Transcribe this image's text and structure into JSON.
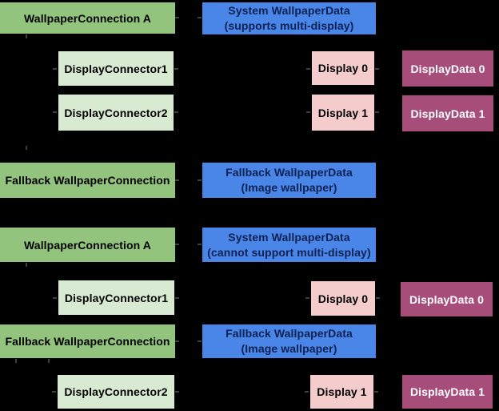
{
  "colors": {
    "background": "#000000",
    "green": "#93c47d",
    "light_green": "#d9ead3",
    "blue": "#4a86e8",
    "pink": "#f4cccc",
    "magenta": "#a64d79",
    "text_dark": "#000000",
    "text_on_blue": "#0d2152",
    "text_light": "#ffffff",
    "connector": "#3f3f3f"
  },
  "boxes": [
    {
      "label": "WallpaperConnection A",
      "color": "green",
      "text_color": "text_dark"
    },
    {
      "line1": "System WallpaperData",
      "line2": "(supports multi-display)",
      "color": "blue",
      "text_color": "text_on_blue"
    },
    {
      "label": "DisplayConnector1",
      "color": "light_green",
      "text_color": "text_dark"
    },
    {
      "label": "Display 0",
      "color": "pink",
      "text_color": "text_dark"
    },
    {
      "label": "DisplayData 0",
      "color": "magenta",
      "text_color": "text_light"
    },
    {
      "label": "DisplayConnector2",
      "color": "light_green",
      "text_color": "text_dark"
    },
    {
      "label": "Display 1",
      "color": "pink",
      "text_color": "text_dark"
    },
    {
      "label": "DisplayData 1",
      "color": "magenta",
      "text_color": "text_light"
    },
    {
      "label": "Fallback WallpaperConnection",
      "color": "green",
      "text_color": "text_dark"
    },
    {
      "line1": "Fallback WallpaperData",
      "line2": "(Image wallpaper)",
      "color": "blue",
      "text_color": "text_on_blue"
    },
    {
      "label": "WallpaperConnection A",
      "color": "green",
      "text_color": "text_dark"
    },
    {
      "line1": "System WallpaperData",
      "line2": "(cannot support multi-display)",
      "color": "blue",
      "text_color": "text_on_blue"
    },
    {
      "label": "DisplayConnector1",
      "color": "light_green",
      "text_color": "text_dark"
    },
    {
      "label": "Display 0",
      "color": "pink",
      "text_color": "text_dark"
    },
    {
      "label": "DisplayData 0",
      "color": "magenta",
      "text_color": "text_light"
    },
    {
      "label": "Fallback WallpaperConnection",
      "color": "green",
      "text_color": "text_dark"
    },
    {
      "line1": "Fallback WallpaperData",
      "line2": "(Image wallpaper)",
      "color": "blue",
      "text_color": "text_on_blue"
    },
    {
      "label": "DisplayConnector2",
      "color": "light_green",
      "text_color": "text_dark"
    },
    {
      "label": "Display 1",
      "color": "pink",
      "text_color": "text_dark"
    },
    {
      "label": "DisplayData 1",
      "color": "magenta",
      "text_color": "text_light"
    }
  ]
}
